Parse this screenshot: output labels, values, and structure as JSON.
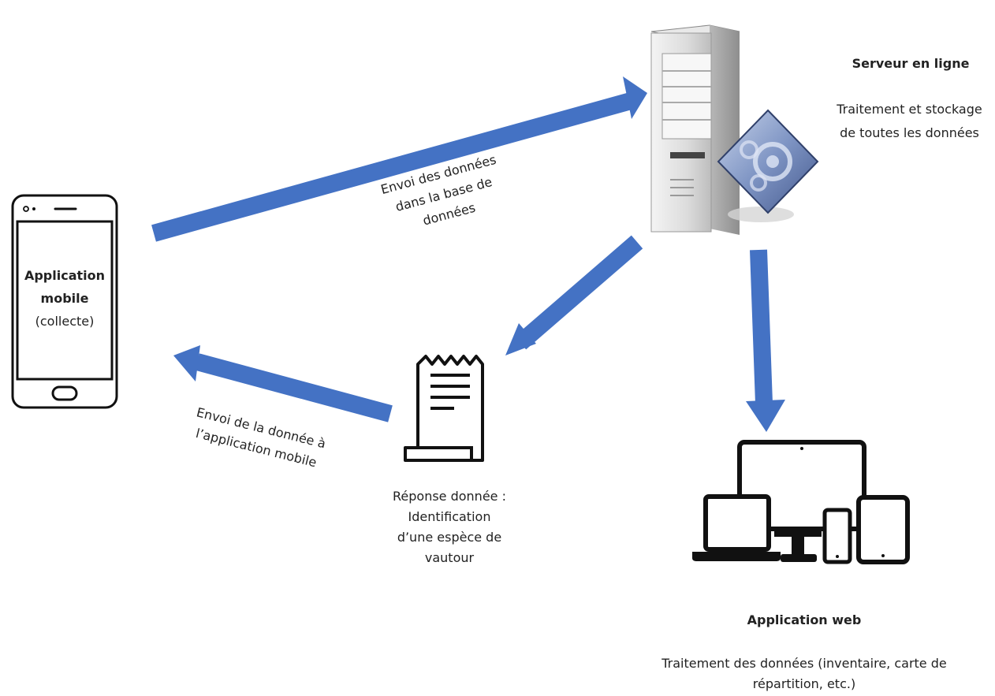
{
  "mobile_app": {
    "title_line1": "Application",
    "title_line2": "mobile",
    "subtitle": "(collecte)"
  },
  "server": {
    "title": "Serveur en ligne",
    "desc_line1": "Traitement et stockage",
    "desc_line2": "de toutes les données"
  },
  "send_label": {
    "line1": "Envoi des données",
    "line2": "dans la base de",
    "line3": "données"
  },
  "return_label": {
    "line1": "Envoi de la donnée à",
    "line2": "l’application mobile"
  },
  "response": {
    "line1": "Réponse donnée :",
    "line2": "Identification",
    "line3": "d’une espèce de",
    "line4": "vautour"
  },
  "web_app": {
    "title": "Application web",
    "desc_line1": "Traitement des données (inventaire, carte de",
    "desc_line2": "répartition, etc.)"
  },
  "colors": {
    "arrow": "#4472c4",
    "icon": "#111111"
  }
}
